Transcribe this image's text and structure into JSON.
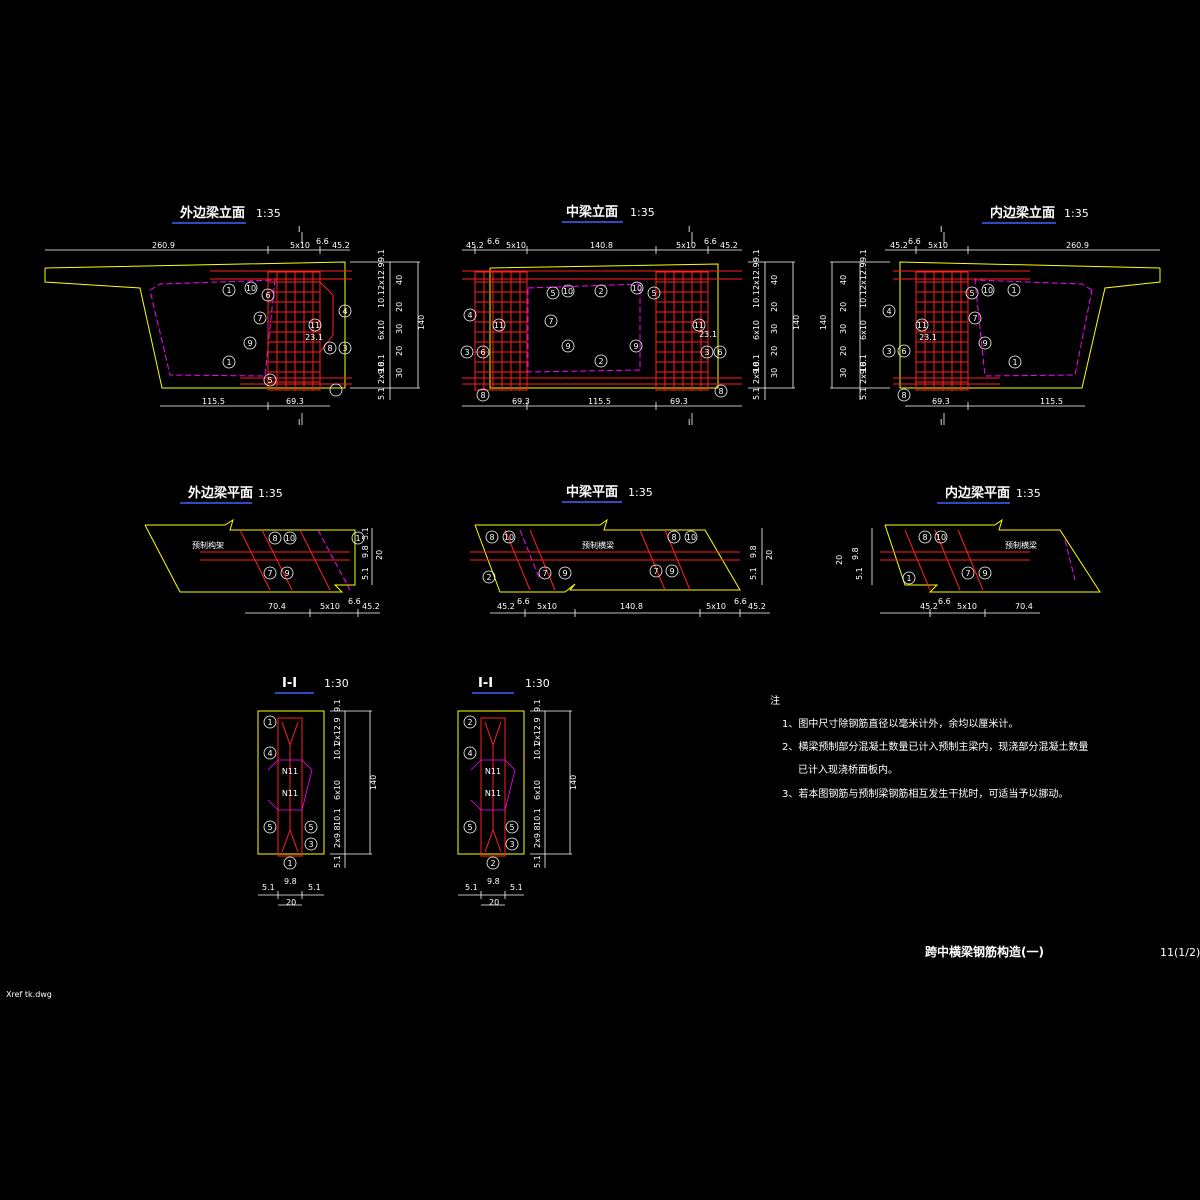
{
  "colors": {
    "background": "#000000",
    "outline": "#ffff00",
    "rebar": "#ff2020",
    "stirrup": "#ff00ff",
    "dimension": "#ffffff",
    "underline": "#4060ff"
  },
  "views": {
    "outer_elev": {
      "title": "外边梁立面",
      "scale": "1:35",
      "dims_top": [
        "260.9",
        "5x10",
        "6.6",
        "45.2"
      ],
      "dims_bottom": [
        "115.5",
        "69.3"
      ],
      "dims_side": [
        "9.1",
        "2x12.9",
        "40",
        "10.1",
        "20",
        "6x10",
        "30",
        "140",
        "10.1",
        "20",
        "2x9.8",
        "30",
        "5.1"
      ],
      "section_mark": "I",
      "labels": [
        "1",
        "10",
        "6",
        "4",
        "7",
        "11",
        "23.1",
        "8",
        "9",
        "3",
        "1",
        "5"
      ]
    },
    "mid_elev": {
      "title": "中梁立面",
      "scale": "1:35",
      "dims_top": [
        "45.2",
        "6.6",
        "5x10",
        "140.8",
        "5x10",
        "6.6",
        "45.2"
      ],
      "dims_bottom": [
        "69.3",
        "115.5",
        "69.3"
      ],
      "dims_side": [
        "9.1",
        "2x12.9",
        "40",
        "10.1",
        "20",
        "6x10",
        "30",
        "140",
        "10.1",
        "20",
        "2x9.8",
        "30",
        "5.1"
      ],
      "section_mark": "I",
      "labels": [
        "5",
        "10",
        "2",
        "10",
        "5",
        "4",
        "11",
        "11",
        "7",
        "3",
        "6",
        "9",
        "9",
        "6",
        "3",
        "2",
        "8",
        "8"
      ],
      "note_label": "23.1"
    },
    "inner_elev": {
      "title": "内边梁立面",
      "scale": "1:35",
      "dims_top": [
        "45.2",
        "6.6",
        "5x10",
        "260.9"
      ],
      "dims_bottom": [
        "69.3",
        "115.5"
      ],
      "dims_side": [
        "9.1",
        "2x12.9",
        "40",
        "10.1",
        "20",
        "6x10",
        "30",
        "140",
        "10.1",
        "20",
        "2x9.8",
        "30",
        "5.1"
      ],
      "section_mark": "I",
      "labels": [
        "5",
        "10",
        "1",
        "4",
        "11",
        "7",
        "23.1",
        "3",
        "6",
        "9",
        "1",
        "8"
      ]
    },
    "outer_plan": {
      "title": "外边梁平面",
      "scale": "1:35",
      "inner_text": "预制构架",
      "dims_bottom": [
        "70.4",
        "5x10",
        "6.6",
        "45.2"
      ],
      "dims_side": [
        "5.1",
        "9.8",
        "20",
        "5.1"
      ],
      "labels": [
        "8",
        "10",
        "1",
        "7",
        "9"
      ]
    },
    "mid_plan": {
      "title": "中梁平面",
      "scale": "1:35",
      "inner_text": "预制横梁",
      "dims_bottom": [
        "45.2",
        "6.6",
        "5x10",
        "140.8",
        "5x10",
        "6.6",
        "45.2"
      ],
      "dims_side": [
        "9.8",
        "20",
        "5.1"
      ],
      "labels": [
        "8",
        "10",
        "8",
        "10",
        "2",
        "7",
        "9",
        "7",
        "9"
      ]
    },
    "inner_plan": {
      "title": "内边梁平面",
      "scale": "1:35",
      "inner_text": "预制横梁",
      "dims_bottom": [
        "45.2",
        "6.6",
        "5x10",
        "70.4"
      ],
      "dims_side": [
        "20",
        "9.8",
        "5.1"
      ],
      "labels": [
        "8",
        "10",
        "1",
        "7",
        "9"
      ]
    },
    "section_left": {
      "title": "I-I",
      "scale": "1:30",
      "dims_side": [
        "9.1",
        "2x12.9",
        "10.1",
        "6x10",
        "140",
        "10.1",
        "2x9.8",
        "5.1"
      ],
      "dims_bottom": [
        "5.1",
        "9.8",
        "5.1",
        "20"
      ],
      "labels": [
        "1",
        "4",
        "5",
        "5",
        "3",
        "1"
      ],
      "tags": [
        "N11",
        "N11"
      ]
    },
    "section_right": {
      "title": "I-I",
      "scale": "1:30",
      "dims_side": [
        "9.1",
        "2x12.9",
        "10.1",
        "6x10",
        "140",
        "10.1",
        "2x9.8",
        "5.1"
      ],
      "dims_bottom": [
        "5.1",
        "9.8",
        "5.1",
        "20"
      ],
      "labels": [
        "2",
        "4",
        "5",
        "5",
        "3",
        "2"
      ],
      "tags": [
        "N11",
        "N11"
      ]
    }
  },
  "notes": {
    "heading": "注",
    "items": [
      "1、图中尺寸除钢筋直径以毫米计外，余均以厘米计。",
      "2、横梁预制部分混凝土数量已计入预制主梁内，现浇部分混凝土数量",
      "已计入现浇桥面板内。",
      "3、若本图钢筋与预制梁钢筋相互发生干扰时，可适当予以挪动。"
    ]
  },
  "footer": {
    "drawing_title": "跨中横梁钢筋构造(一)",
    "sheet_no": "11(1/2)",
    "xref": "Xref tk.dwg"
  }
}
